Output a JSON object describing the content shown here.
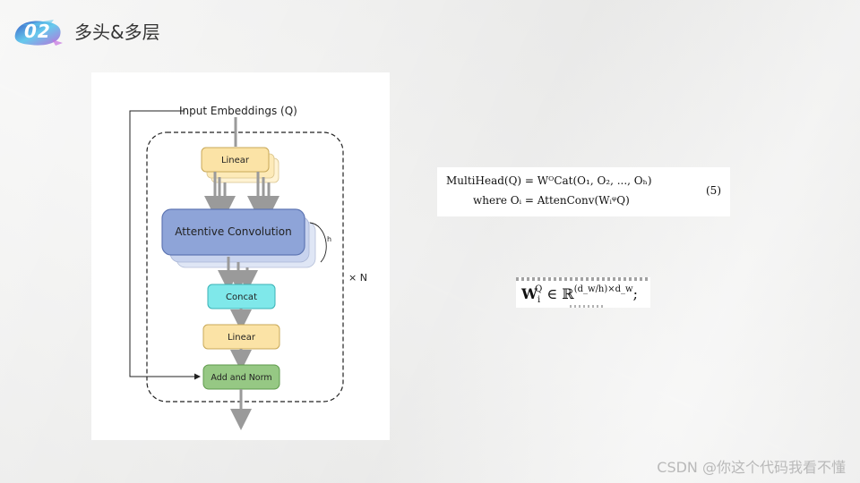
{
  "header": {
    "section_number": "02",
    "title": "多头&多层"
  },
  "figure": {
    "input_label": "Input Embeddings (Q)",
    "linear_top_label": "Linear",
    "attentive_conv_label": "Attentive Convolution",
    "h_label": "h",
    "concat_label": "Concat",
    "linear_bottom_label": "Linear",
    "add_norm_label": "Add and Norm",
    "repeat_label": "× N"
  },
  "equation": {
    "line1": "MultiHead(Q) = WᴼCat(O₁, O₂, ..., Oₕ)",
    "line2": "where Oᵢ = AttenConv(WᵢᵠQ)",
    "number": "(5)"
  },
  "snippet": {
    "matrix": "W",
    "subscript": "i",
    "superscript": "Q",
    "relation": "∈ ℝ",
    "dims": "(d_w/h)×d_w",
    "tail": ";"
  },
  "watermark": "CSDN @你这个代码我看不懂",
  "colors": {
    "linear_fill": "#fbe3a6",
    "attentive_fill": "#8ea4d8",
    "concat_fill": "#7fe8ea",
    "addnorm_fill": "#96c884",
    "badge_gradient": [
      "#3b62c9",
      "#6fd0ee",
      "#c06bd6"
    ]
  }
}
